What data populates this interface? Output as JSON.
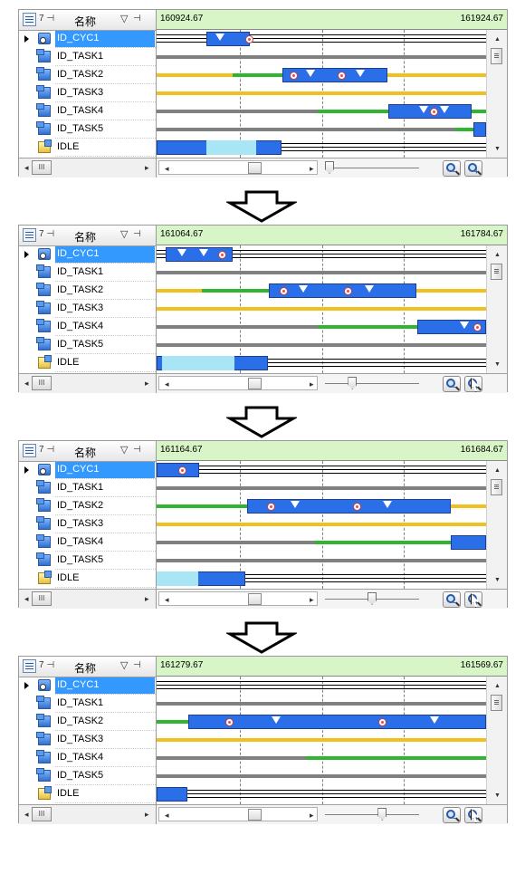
{
  "list_header": {
    "name_label": "名称",
    "pin_left": "7 ⊣",
    "filter_icon": "▽",
    "pin_right": "⊣"
  },
  "tasks": [
    {
      "label": "ID_CYC1",
      "icon": "cyclic-handler-icon",
      "selected": true
    },
    {
      "label": "ID_TASK1",
      "icon": "task-icon",
      "selected": false
    },
    {
      "label": "ID_TASK2",
      "icon": "task-icon",
      "selected": false
    },
    {
      "label": "ID_TASK3",
      "icon": "task-icon",
      "selected": false
    },
    {
      "label": "ID_TASK4",
      "icon": "task-icon",
      "selected": false
    },
    {
      "label": "ID_TASK5",
      "icon": "task-icon",
      "selected": false
    },
    {
      "label": "IDLE",
      "icon": "idle-icon",
      "selected": false
    }
  ],
  "list_scroll": {
    "left": "◂",
    "thumb": "III",
    "right": "▸"
  },
  "chart_scroll": {
    "left": "◂",
    "right": "▸",
    "up": "▲",
    "down": "▼"
  },
  "panels": [
    {
      "time_start": "160924.67",
      "time_end": "161924.67",
      "zoom_position": 0.0,
      "cursor_on_zoom_in": false
    },
    {
      "time_start": "161064.67",
      "time_end": "161784.67",
      "zoom_position": 0.27,
      "cursor_on_zoom_in": true
    },
    {
      "time_start": "161164.67",
      "time_end": "161684.67",
      "zoom_position": 0.5,
      "cursor_on_zoom_in": true
    },
    {
      "time_start": "161279.67",
      "time_end": "161569.67",
      "zoom_position": 0.62,
      "cursor_on_zoom_in": true
    }
  ],
  "colors": {
    "running": "#2b6fe8",
    "ready": "#2fb52f",
    "waiting": "#f0c020",
    "dormant": "#808080",
    "idle_light": "#a8e6f5",
    "header_bg": "#d7f5c6"
  }
}
